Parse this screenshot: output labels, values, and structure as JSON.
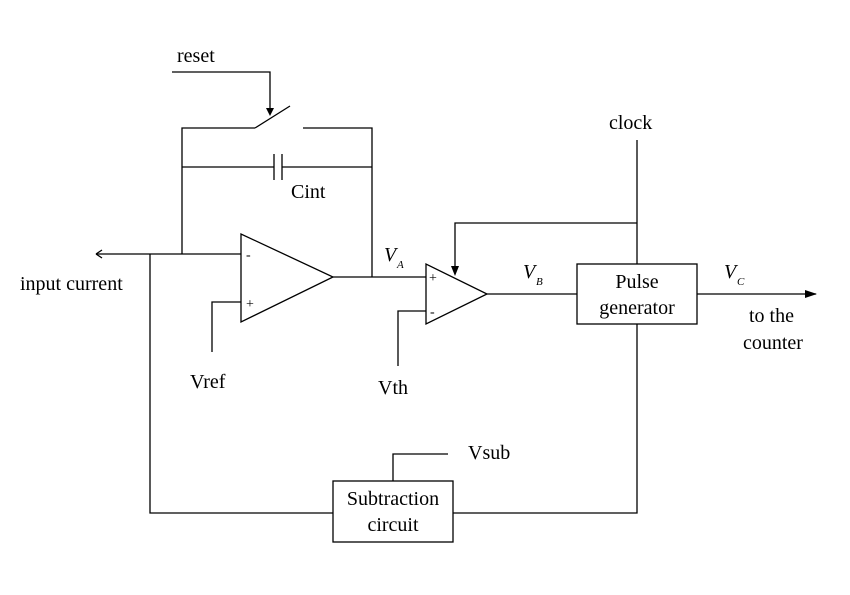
{
  "labels": {
    "reset": "reset",
    "cint": "Cint",
    "input_current": "input current",
    "vref": "Vref",
    "vth": "Vth",
    "clock": "clock",
    "vsub": "Vsub",
    "to_the": "to the",
    "counter": "counter"
  },
  "nodes": {
    "va_main": "V",
    "va_sub": "A",
    "vb_main": "V",
    "vb_sub": "B",
    "vc_main": "V",
    "vc_sub": "C"
  },
  "opamp1": {
    "minus": "-",
    "plus": "+"
  },
  "comparator": {
    "plus": "+",
    "minus": "-"
  },
  "pulse_generator": {
    "line1": "Pulse",
    "line2": "generator"
  },
  "subtraction_circuit": {
    "line1": "Subtraction",
    "line2": "circuit"
  }
}
